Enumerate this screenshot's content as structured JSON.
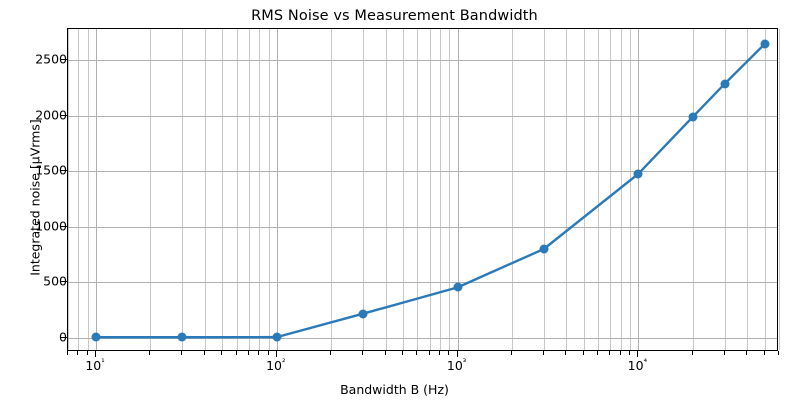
{
  "chart_data": {
    "type": "line",
    "title": "RMS Noise vs Measurement Bandwidth",
    "xlabel": "Bandwidth B (Hz)",
    "ylabel": "Integrated noise [µVrms]",
    "xscale": "log",
    "yscale": "linear",
    "xlim": [
      7.0,
      60000.0
    ],
    "ylim": [
      -130,
      2780
    ],
    "grid": true,
    "grid_which": "both",
    "legend": "none",
    "line_color": "#2a7ab9",
    "marker": "circle",
    "x": [
      10,
      30,
      100,
      300,
      1000,
      3000,
      10000,
      20000,
      30000,
      50000
    ],
    "values": [
      3,
      3,
      4,
      215,
      452,
      798,
      1475,
      1988,
      2285,
      2645
    ],
    "series": [
      {
        "name": "Integrated noise",
        "x": [
          10,
          30,
          100,
          300,
          1000,
          3000,
          10000,
          20000,
          30000,
          50000
        ],
        "values": [
          3,
          3,
          4,
          215,
          452,
          798,
          1475,
          1988,
          2285,
          2645
        ]
      }
    ],
    "xticks_major": [
      10,
      100,
      1000,
      10000
    ],
    "xticklabels_major": [
      "10¹",
      "10²",
      "10³",
      "10⁴"
    ],
    "xtick_mantissa": [
      "1",
      "0",
      "1",
      "2",
      "3",
      "4"
    ],
    "yticks": [
      0,
      500,
      1000,
      1500,
      2000,
      2500
    ],
    "yticklabels": [
      "0",
      "500",
      "1000",
      "1500",
      "2000",
      "2500"
    ]
  }
}
